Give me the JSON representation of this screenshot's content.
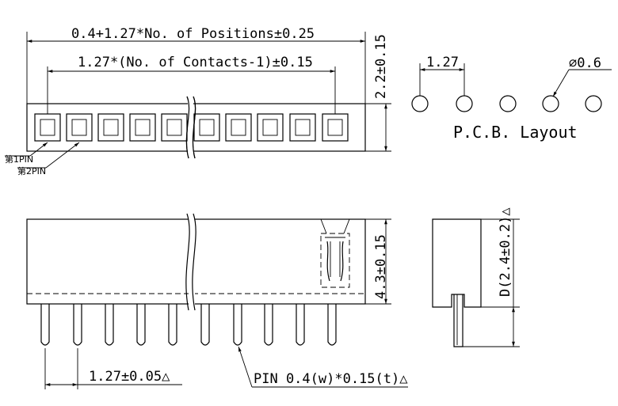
{
  "top_view": {
    "overall_dim": "0.4+1.27*No. of Positions±0.25",
    "contacts_dim": "1.27*(No. of Contacts-1)±0.15",
    "height_dim": "2.2±0.15",
    "pin1_label": "第1PIN",
    "pin2_label": "第2PIN"
  },
  "pcb_layout": {
    "pitch_dim": "1.27",
    "hole_dim": "∅0.6",
    "title": "P.C.B. Layout"
  },
  "front_view": {
    "height_dim": "4.3±0.15",
    "pitch_dim": "1.27±0.05△",
    "pin_dim": "PIN 0.4(w)*0.15(t)△"
  },
  "side_view": {
    "d_dim": "D(2.4±0.2)△"
  }
}
